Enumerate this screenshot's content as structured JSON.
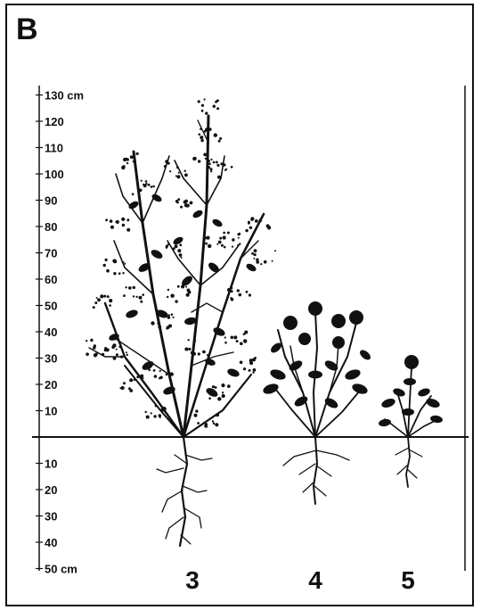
{
  "panel_label": "B",
  "scale": {
    "above_ticks": [
      "130 cm",
      "120",
      "110",
      "100",
      "90",
      "80",
      "70",
      "60",
      "50",
      "40",
      "30",
      "20",
      "10"
    ],
    "below_ticks": [
      "10",
      "20",
      "30",
      "40",
      "50 cm"
    ]
  },
  "plants": [
    {
      "label": "3",
      "icon": "tall-branching-plant-icon"
    },
    {
      "label": "4",
      "icon": "clover-plant-icon"
    },
    {
      "label": "5",
      "icon": "small-clover-plant-icon"
    }
  ]
}
